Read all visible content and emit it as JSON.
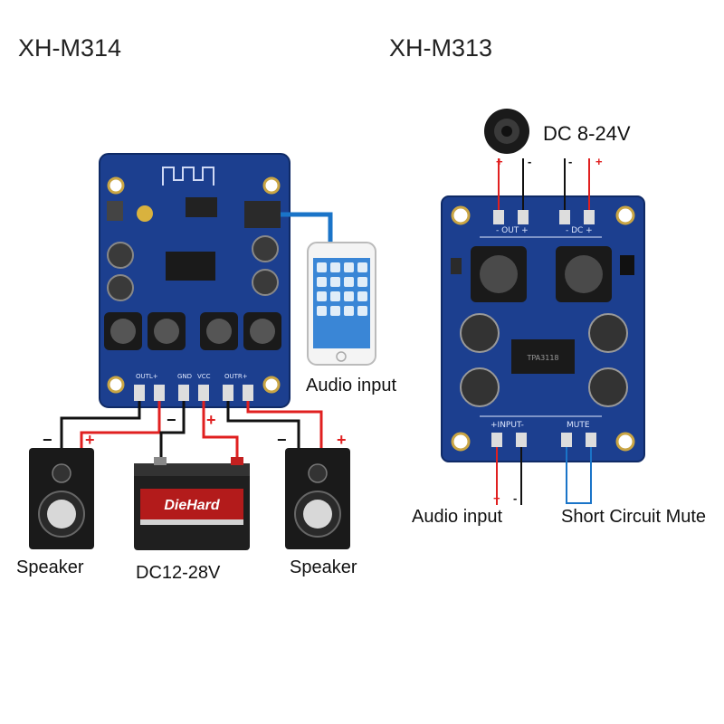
{
  "left": {
    "title": "XH-M314",
    "audio_label": "Audio input",
    "speaker_left": "Speaker",
    "speaker_right": "Speaker",
    "supply_label": "DC12-28V",
    "battery_brand": "DieHard",
    "terminals": {
      "outl": "OUTL+",
      "gnd": "GND",
      "vcc": "VCC",
      "outr": "OUTR+"
    },
    "plus": "+",
    "minus": "−"
  },
  "right": {
    "title": "XH-M313",
    "supply_label": "DC 8-24V",
    "audio_label": "Audio input",
    "mute_label": "Short Circuit Mute",
    "headers": {
      "out": "- OUT +",
      "dc": "- DC +",
      "input": "+INPUT-",
      "mute": "MUTE"
    },
    "chip_text": "TPA3118",
    "plus": "+",
    "minus": "-"
  },
  "colors": {
    "pcb": "#1c3f8f",
    "pcb_dark": "#143275",
    "wire_red": "#e02020",
    "wire_black": "#111111",
    "wire_blue": "#1a74c8"
  }
}
